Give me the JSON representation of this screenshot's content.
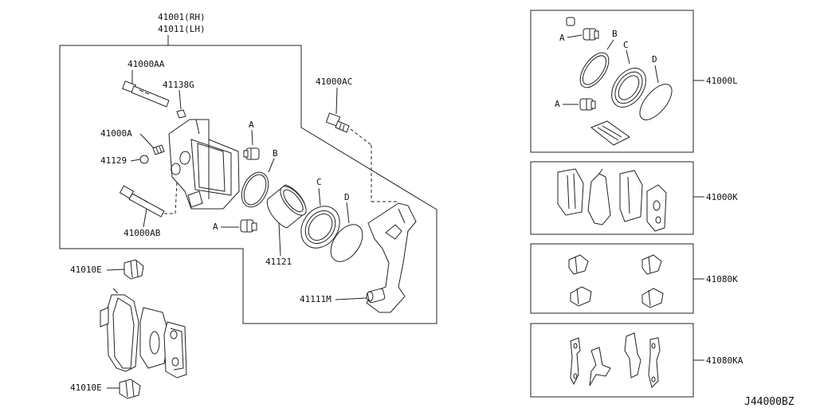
{
  "diagram_id": "J44000BZ",
  "labels": {
    "caliper_rh": "41001(RH)",
    "caliper_lh": "41011(LH)",
    "pin_aa": "41000AA",
    "boot_138g": "41138G",
    "bleeder_a": "41000A",
    "cap_129": "41129",
    "pin_ab": "41000AB",
    "bolt_ac": "41000AC",
    "piston": "41121",
    "bracket": "41111M",
    "shim_upper": "41010E",
    "shim_lower": "41010E",
    "kit_l": "41000L",
    "kit_k": "41000K",
    "kit_80k": "41080K",
    "kit_80ka": "41080KA"
  },
  "letters": {
    "a": "A",
    "b": "B",
    "c": "C",
    "d": "D"
  }
}
